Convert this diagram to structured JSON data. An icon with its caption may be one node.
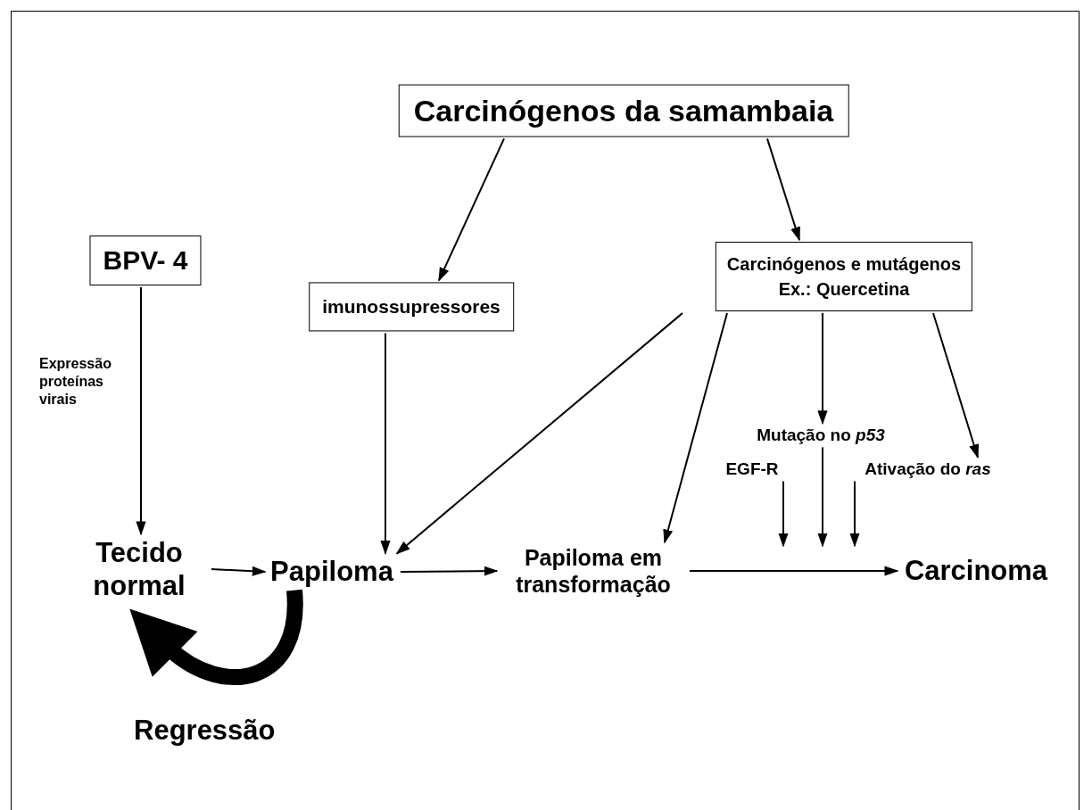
{
  "diagram": {
    "nodes": [
      {
        "text": [
          "Carcinógenos da samambaia"
        ]
      },
      {
        "text": [
          "BPV- 4"
        ]
      },
      {
        "text": [
          "imunossupressores"
        ]
      },
      {
        "text": [
          "Carcinógenos e mutágenos",
          "Ex.: Quercetina"
        ]
      },
      {
        "text": [
          "Mutação no *p53*"
        ]
      },
      {
        "text": [
          "EGF-R"
        ]
      },
      {
        "text": [
          "Ativação do *ras*"
        ]
      },
      {
        "text": [
          "Tecido normal"
        ]
      },
      {
        "text": [
          "Papiloma"
        ]
      },
      {
        "text": [
          "Papiloma em transformação"
        ]
      },
      {
        "text": [
          "Carcinoma"
        ]
      }
    ],
    "edges": [
      {
        "from": 0,
        "to": 2,
        "arrow": "to"
      },
      {
        "from": 0,
        "to": 3,
        "arrow": "to"
      },
      {
        "from": 1,
        "to": 7,
        "arrow": "to",
        "label": "Expressão proteínas virais"
      },
      {
        "from": 2,
        "to": 8,
        "arrow": "to"
      },
      {
        "from": 3,
        "to": 8,
        "arrow": "to"
      },
      {
        "from": 3,
        "to": 9,
        "arrow": "to"
      },
      {
        "from": 3,
        "to": 4,
        "arrow": "to"
      },
      {
        "from": 3,
        "to": 6,
        "arrow": "to"
      },
      {
        "from": 7,
        "to": 8,
        "arrow": "to"
      },
      {
        "from": 8,
        "to": 9,
        "arrow": "to"
      },
      {
        "from": 9,
        "to": 10,
        "arrow": "to"
      },
      {
        "from": 5,
        "to": null,
        "arrow": "to"
      },
      {
        "from": 4,
        "to": null,
        "arrow": "to"
      },
      {
        "from": 6,
        "to": null,
        "arrow": "to"
      },
      {
        "from": 8,
        "to": 7,
        "arrow": "to",
        "style": "thick",
        "label": "Regressão"
      }
    ]
  }
}
